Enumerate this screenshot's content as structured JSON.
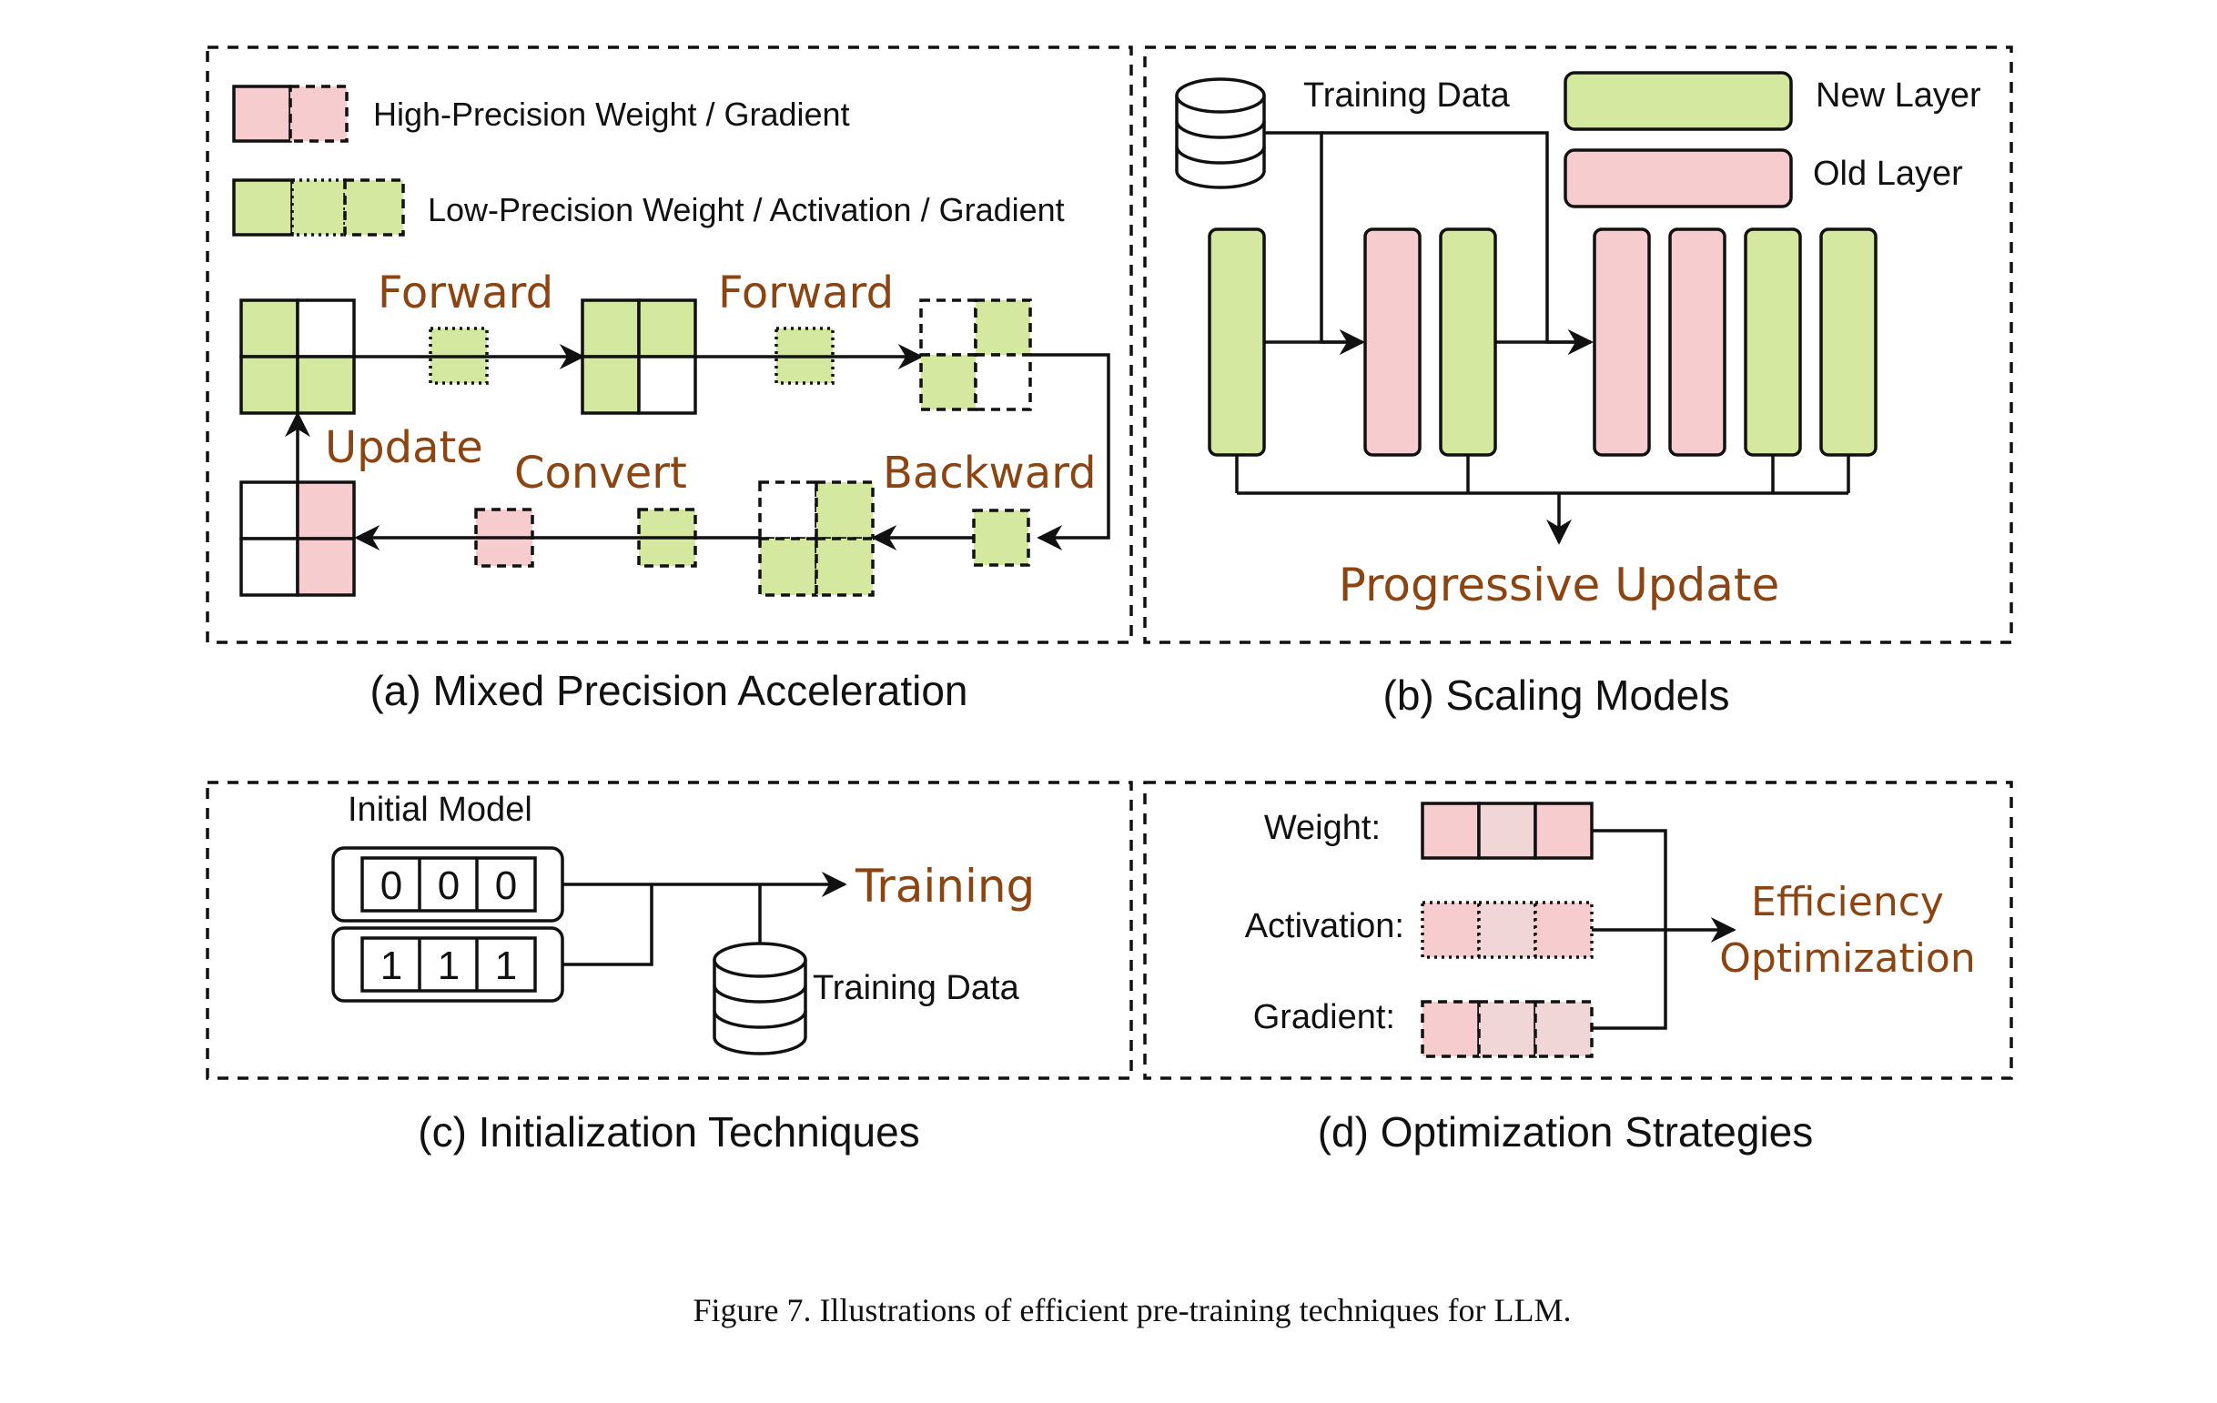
{
  "colors": {
    "green": "#D5E8A0",
    "pink": "#F6CCCF",
    "pink_light": "#F0D6D6",
    "accent_text": "#8B4513",
    "ink": "#111111"
  },
  "panel_a": {
    "legend_high": "High-Precision Weight / Gradient",
    "legend_low": "Low-Precision Weight / Activation / Gradient",
    "forward_1": "Forward",
    "forward_2": "Forward",
    "update": "Update",
    "convert": "Convert",
    "backward": "Backward",
    "caption": "(a) Mixed Precision Acceleration"
  },
  "panel_b": {
    "training_data": "Training Data",
    "new_layer": "New Layer",
    "old_layer": "Old Layer",
    "progressive_update": "Progressive Update",
    "caption": "(b) Scaling Models"
  },
  "panel_c": {
    "initial_model": "Initial Model",
    "zeros": [
      "0",
      "0",
      "0"
    ],
    "ones": [
      "1",
      "1",
      "1"
    ],
    "training": "Training",
    "training_data": "Training Data",
    "caption": "(c) Initialization Techniques"
  },
  "panel_d": {
    "weight": "Weight:",
    "activation": "Activation:",
    "gradient": "Gradient:",
    "efficiency_line1": "Efficiency",
    "efficiency_line2": "Optimization",
    "caption": "(d) Optimization Strategies"
  },
  "figure_caption": "Figure 7. Illustrations of efficient pre-training techniques for LLM."
}
